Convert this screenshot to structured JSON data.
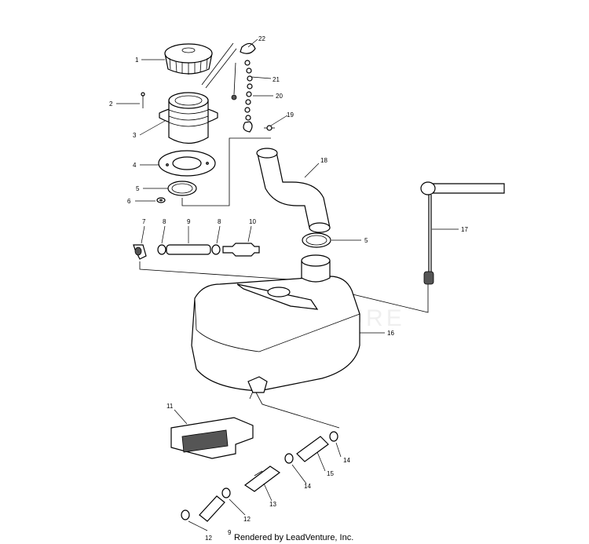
{
  "callouts": [
    "1",
    "2",
    "3",
    "4",
    "5",
    "6",
    "22",
    "21",
    "20",
    "19",
    "18",
    "17",
    "7",
    "8",
    "9",
    "8",
    "10",
    "5",
    "16",
    "11",
    "14",
    "15",
    "14",
    "13",
    "12",
    "9",
    "12"
  ],
  "watermark": "LEADVENTURE",
  "footer": "Rendered by LeadVenture, Inc."
}
